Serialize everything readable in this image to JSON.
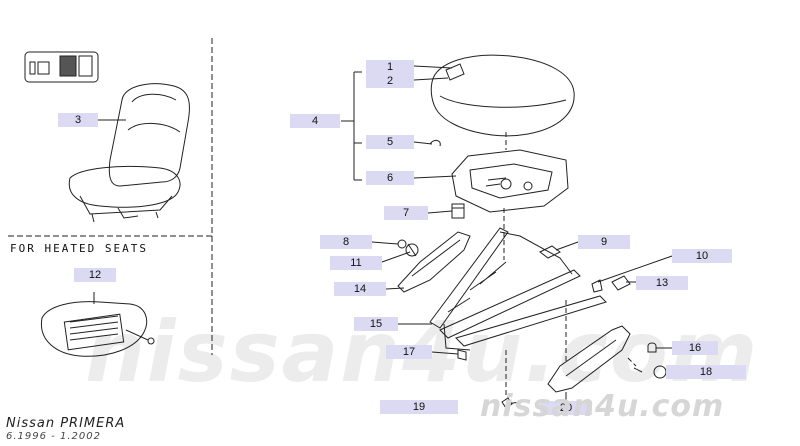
{
  "heated_label": "FOR HEATED SEATS",
  "model": "Nissan PRIMERA",
  "dates": "6.1996 - 1.2002",
  "watermark_big": "nissan4u.com",
  "watermark_small": "nissan4u.com",
  "callouts": {
    "c1": "1",
    "c2": "2",
    "c3": "3",
    "c4": "4",
    "c5": "5",
    "c6": "6",
    "c7": "7",
    "c8": "8",
    "c9": "9",
    "c10": "10",
    "c11": "11",
    "c12": "12",
    "c13": "13",
    "c14": "14",
    "c15": "15",
    "c16": "16",
    "c17": "17",
    "c18": "18",
    "c19": "19",
    "c20": "20"
  }
}
